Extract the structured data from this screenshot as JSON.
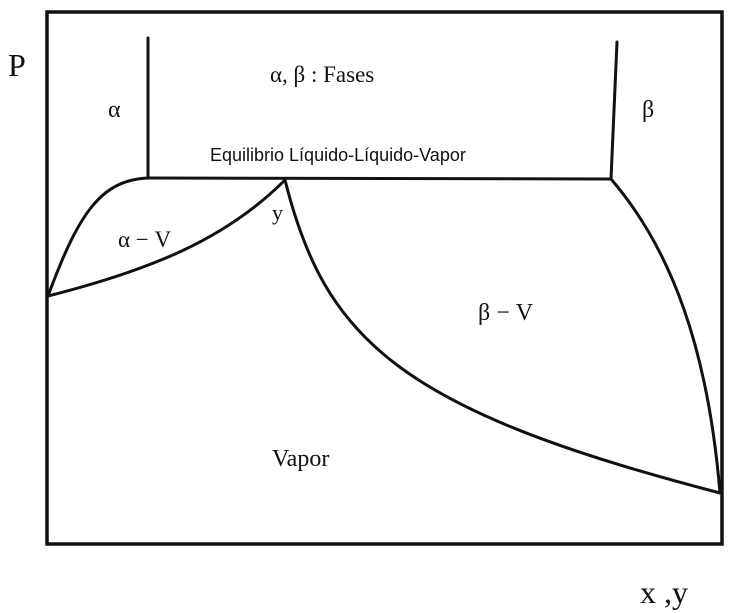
{
  "diagram": {
    "y_axis_label": "P",
    "x_axis_label": "x ,y",
    "regions": {
      "alpha": "α",
      "beta": "β",
      "phases_note": "α, β : Fases",
      "three_phase_line": "Equilibrio Líquido-Líquido-Vapor",
      "alpha_vapor": "α − V",
      "beta_vapor": "β − V",
      "vapor": "Vapor"
    },
    "point_label": "y"
  }
}
